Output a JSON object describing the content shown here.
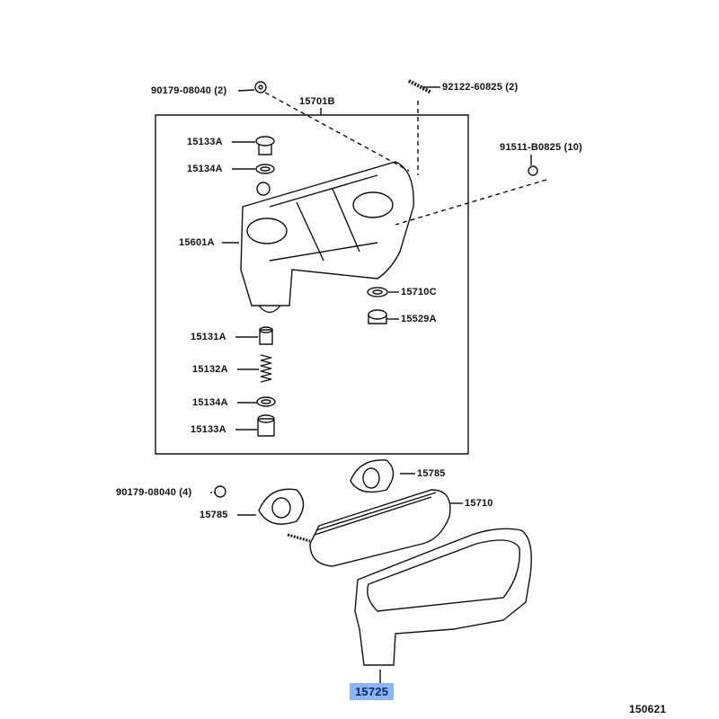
{
  "diagram": {
    "figure_number": "150621",
    "highlight_color": "#8db6f2",
    "parts": {
      "bolt_top": "90179-08040 (2)",
      "stud": "92122-60825 (2)",
      "assembly": "15701B",
      "nut": "91511-B0825 (10)",
      "plug_top": "15133A",
      "gasket_top": "15134A",
      "cover": "15601A",
      "gasket_right": "15710C",
      "plug_right": "15529A",
      "valve": "15131A",
      "spring": "15132A",
      "gasket_bottom": "15134A",
      "plug_bottom": "15133A",
      "bolt_lower": "90179-08040 (4)",
      "gasket_left": "15785",
      "gasket_upper": "15785",
      "cooler_element": "15710",
      "cover_gasket": "15725"
    }
  }
}
